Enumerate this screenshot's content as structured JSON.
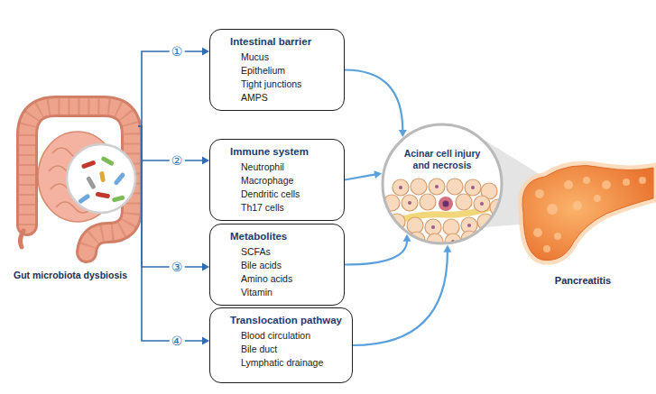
{
  "diagram": {
    "nodes": [
      {
        "text": [
          "Gut microbiota dysbiosis"
        ]
      },
      {
        "text": [
          "Intestinal barrier",
          "Mucus",
          "Epithelium",
          "Tight junctions",
          "AMPS"
        ]
      },
      {
        "text": [
          "Immune system",
          "Neutrophil",
          "Macrophage",
          "Dendritic cells",
          "Th17 cells"
        ]
      },
      {
        "text": [
          "Metabolites",
          "SCFAs",
          "Bile acids",
          "Amino acids",
          "Vitamin"
        ]
      },
      {
        "text": [
          "Translocation pathway",
          "Blood circulation",
          "Bile duct",
          "Lymphatic drainage"
        ]
      },
      {
        "text": [
          "Acinar cell injury and necrosis"
        ]
      },
      {
        "text": [
          "Pancreatitis"
        ]
      }
    ],
    "edges": [
      {
        "from": 0,
        "to": 1,
        "label": "①",
        "arrow": "to"
      },
      {
        "from": 0,
        "to": 2,
        "label": "②",
        "arrow": "to"
      },
      {
        "from": 0,
        "to": 3,
        "label": "③",
        "arrow": "to"
      },
      {
        "from": 0,
        "to": 4,
        "label": "④",
        "arrow": "to"
      },
      {
        "from": 1,
        "to": 5,
        "arrow": "to"
      },
      {
        "from": 2,
        "to": 5,
        "arrow": "to"
      },
      {
        "from": 3,
        "to": 5,
        "arrow": "to"
      },
      {
        "from": 4,
        "to": 5,
        "arrow": "to"
      }
    ]
  }
}
